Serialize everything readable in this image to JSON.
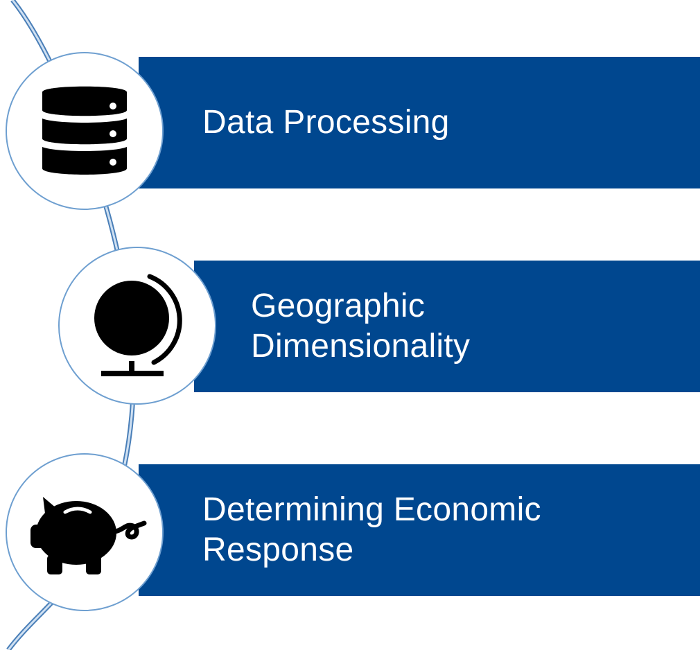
{
  "steps": [
    {
      "label": "Data Processing",
      "icon": "database-icon"
    },
    {
      "label": "Geographic\nDimensionality",
      "icon": "globe-icon"
    },
    {
      "label": "Determining Economic\nResponse",
      "icon": "piggy-bank-icon"
    }
  ],
  "colors": {
    "band": "#00478f",
    "ring": "#6e9fd0",
    "text": "#ffffff"
  }
}
